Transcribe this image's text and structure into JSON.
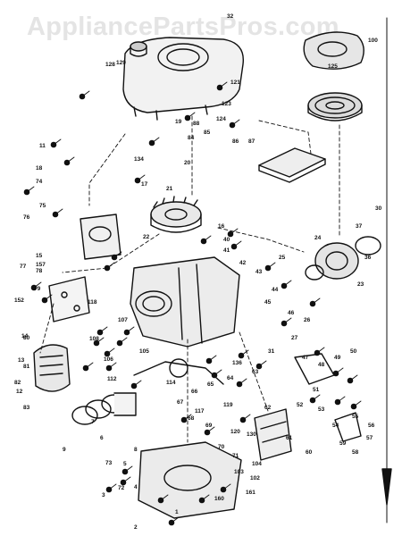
{
  "watermark": "AppliancePartsPros.com",
  "callouts": [
    "128",
    "32",
    "100",
    "129",
    "125",
    "121",
    "123",
    "124",
    "19",
    "20",
    "134",
    "11",
    "18",
    "17",
    "21",
    "22",
    "16",
    "15",
    "157",
    "152",
    "118",
    "14",
    "13",
    "12",
    "9",
    "8",
    "7",
    "6",
    "5",
    "4",
    "3",
    "2",
    "1",
    "160",
    "161",
    "102",
    "103",
    "104",
    "105",
    "106",
    "107",
    "108",
    "112",
    "114",
    "117",
    "119",
    "120",
    "130",
    "136",
    "31",
    "27",
    "26",
    "25",
    "24",
    "23",
    "36",
    "37",
    "30",
    "40",
    "41",
    "42",
    "43",
    "44",
    "45",
    "46",
    "47",
    "48",
    "49",
    "50",
    "51",
    "52",
    "53",
    "54",
    "55",
    "56",
    "57",
    "58",
    "59",
    "60",
    "61",
    "62",
    "63",
    "64",
    "65",
    "66",
    "67",
    "68",
    "69",
    "70",
    "71",
    "72",
    "73",
    "74",
    "75",
    "76",
    "77",
    "78",
    "79",
    "80",
    "81",
    "82",
    "83",
    "84",
    "85",
    "86",
    "87",
    "88"
  ],
  "colors": {
    "ink": "#111111",
    "paper": "#ffffff",
    "watermark": "#e4e4e4"
  }
}
